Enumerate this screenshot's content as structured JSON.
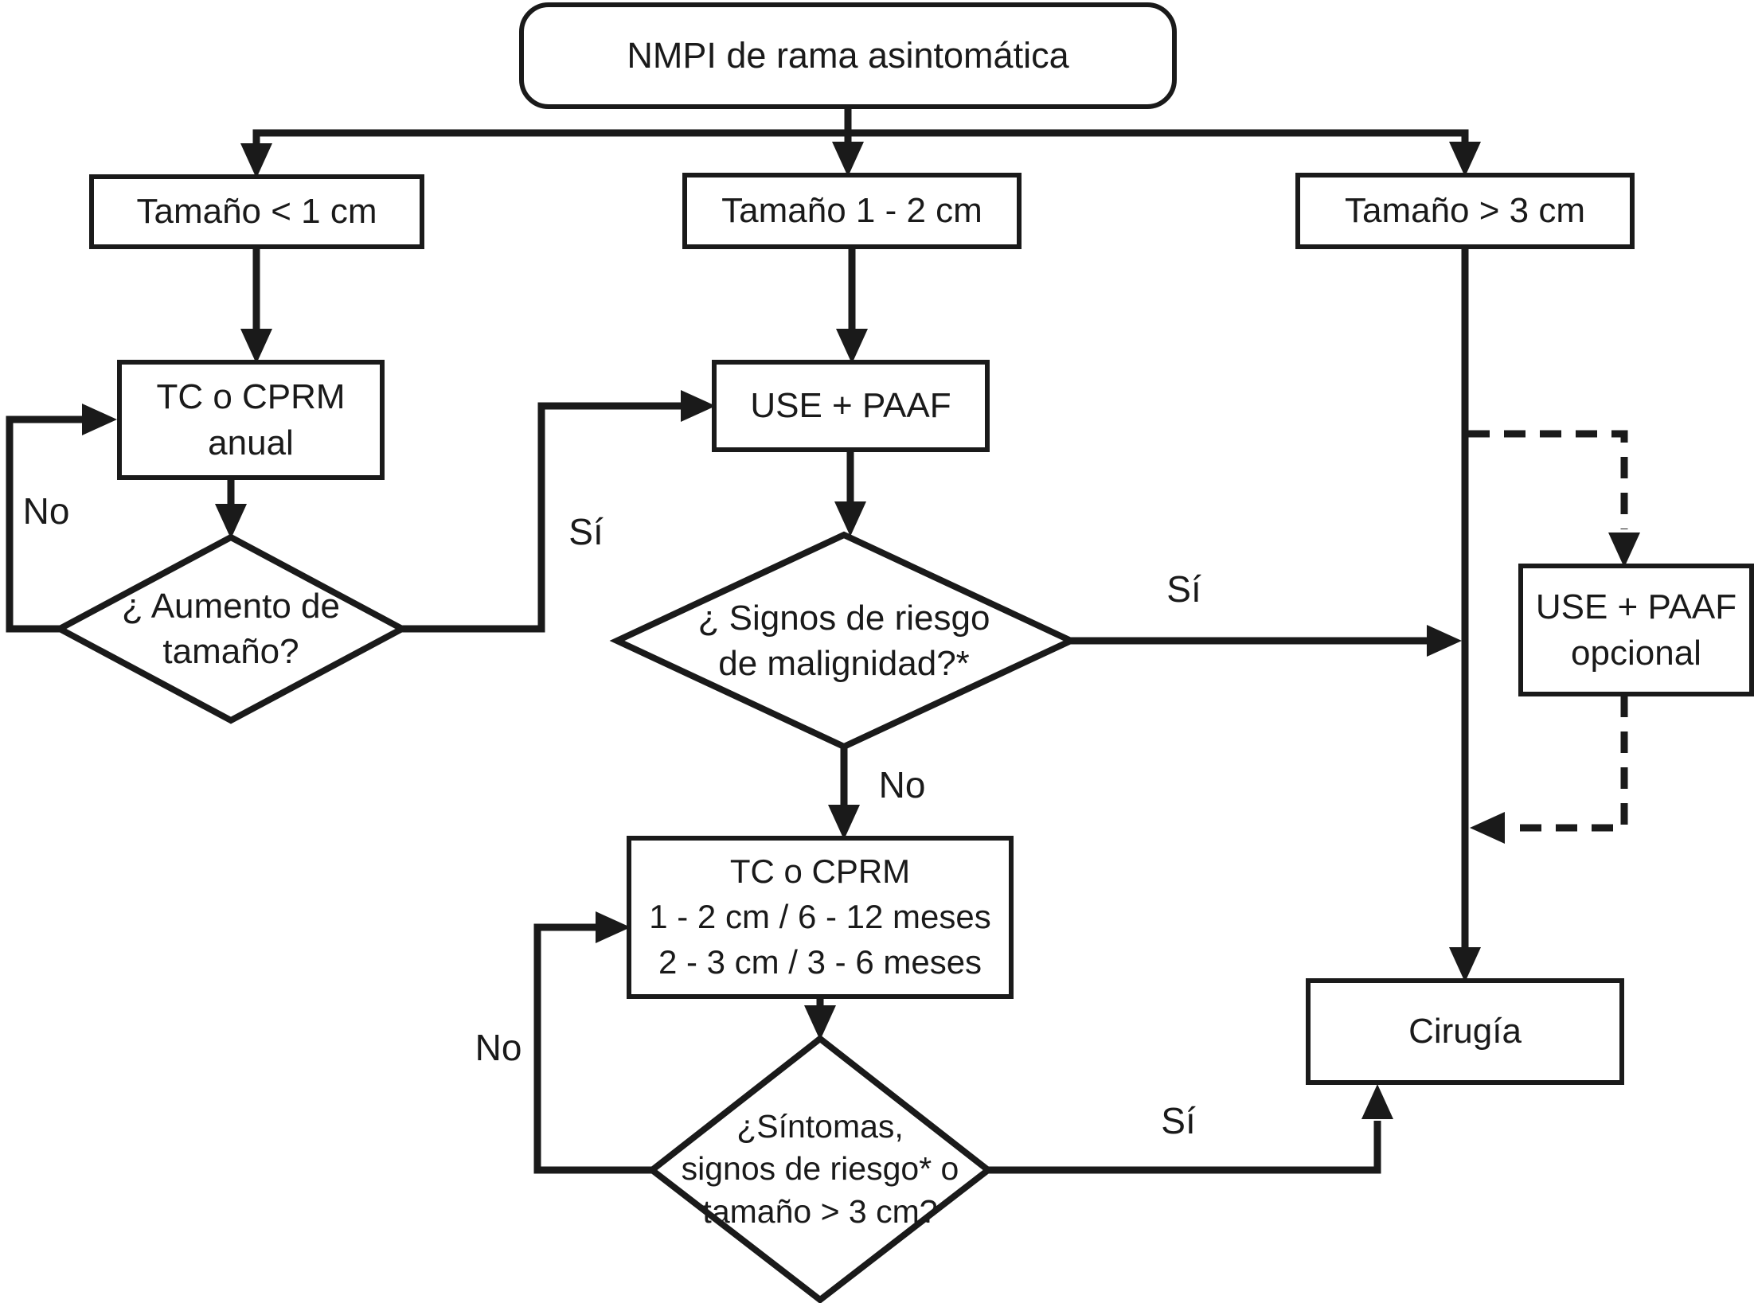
{
  "style": {
    "background": "#ffffff",
    "line_color": "#1a1a1a",
    "text_color": "#1a1a1a"
  },
  "nodes": {
    "root": {
      "label": "NMPI de rama asintomática"
    },
    "size_lt1": {
      "label": "Tamaño < 1 cm"
    },
    "size_1_2": {
      "label": "Tamaño 1 - 2 cm"
    },
    "size_gt3": {
      "label": "Tamaño > 3 cm"
    },
    "tc_anual": {
      "line1": "TC o CPRM",
      "line2": "anual"
    },
    "growth": {
      "line1": "¿ Aumento de",
      "line2": "tamaño?"
    },
    "use_paaf": {
      "label": "USE + PAAF"
    },
    "malignancy": {
      "line1": "¿ Signos de riesgo",
      "line2": "de malignidad?*"
    },
    "tc_interval": {
      "line1": "TC o CPRM",
      "line2": "1 - 2 cm / 6 - 12 meses",
      "line3": "2 - 3 cm / 3 - 6 meses"
    },
    "symptoms": {
      "line1": "¿Síntomas,",
      "line2": "signos de riesgo* o",
      "line3": "tamaño > 3 cm?"
    },
    "use_paaf_opcional": {
      "line1": "USE + PAAF",
      "line2": "opcional"
    },
    "surgery": {
      "label": "Cirugía"
    }
  },
  "edge_labels": {
    "growth_no": "No",
    "growth_yes": "Sí",
    "malignancy_yes": "Sí",
    "malignancy_no": "No",
    "symptoms_no": "No",
    "symptoms_yes": "Sí"
  }
}
